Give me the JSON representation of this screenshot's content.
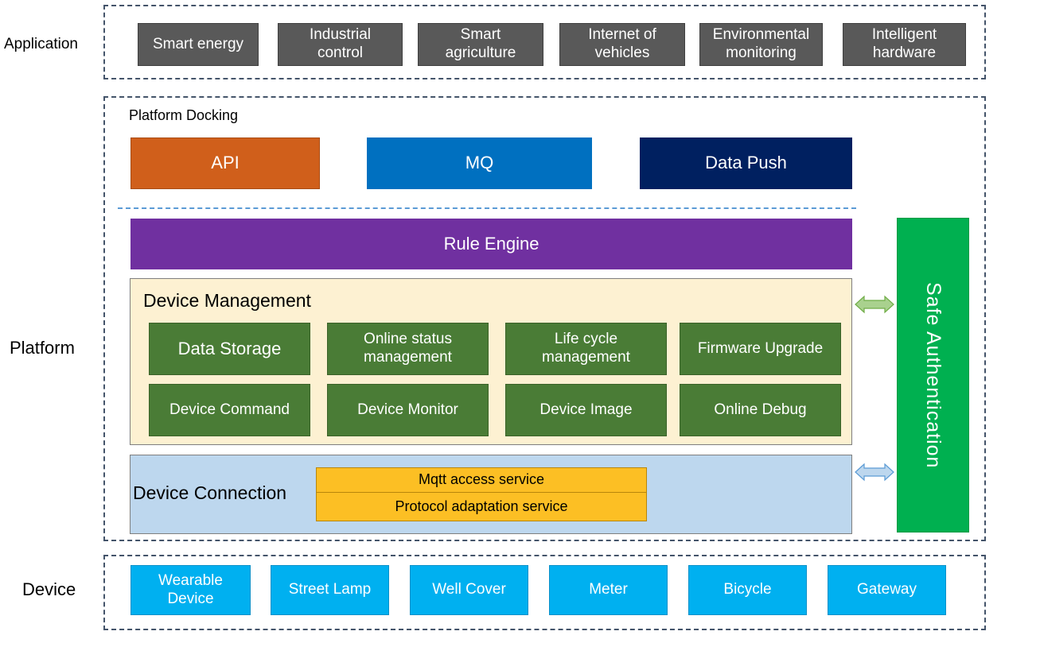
{
  "layers": {
    "application": "Application",
    "platform": "Platform",
    "device": "Device"
  },
  "application": {
    "items": [
      "Smart energy",
      "Industrial\ncontrol",
      "Smart\nagriculture",
      "Internet of\nvehicles",
      "Environmental\nmonitoring",
      "Intelligent\nhardware"
    ]
  },
  "platform": {
    "docking_title": "Platform Docking",
    "api": "API",
    "mq": "MQ",
    "data_push": "Data Push",
    "rule_engine": "Rule Engine",
    "device_management": {
      "title": "Device Management",
      "items": [
        "Data Storage",
        "Online status\nmanagement",
        "Life cycle\nmanagement",
        "Firmware Upgrade",
        "Device Command",
        "Device Monitor",
        "Device Image",
        "Online Debug"
      ]
    },
    "device_connection": {
      "title": "Device Connection",
      "services": [
        "Mqtt access service",
        "Protocol adaptation service"
      ]
    },
    "safe_authentication": "Safe Authentication"
  },
  "devices": {
    "items": [
      "Wearable\nDevice",
      "Street Lamp",
      "Well Cover",
      "Meter",
      "Bicycle",
      "Gateway"
    ]
  },
  "colors": {
    "api": "#d05f1b",
    "mq": "#0070c0",
    "data_push": "#002060",
    "rule_engine": "#7030a0",
    "device_management_bg": "#fdf1d2",
    "device_connection_bg": "#bdd7ee",
    "safe_authentication": "#00b050",
    "app_box": "#595959",
    "dm_box": "#4a7c36",
    "device_box": "#00b0f0",
    "service": "#fcbf24"
  }
}
